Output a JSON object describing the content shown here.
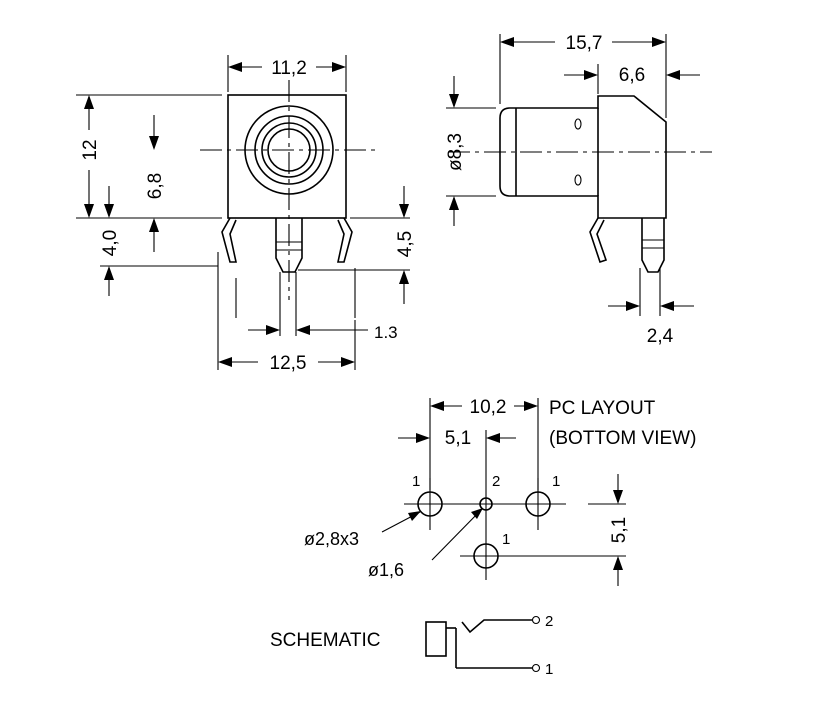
{
  "front_view": {
    "dim_width": "11,2",
    "dim_height": "12",
    "dim_center": "6,8",
    "dim_pin_left": "4,0",
    "dim_pin_right": "4,5",
    "dim_pin_thick": "1.3",
    "dim_pin_span": "12,5"
  },
  "side_view": {
    "dim_length": "15,7",
    "dim_body": "6,6",
    "dim_diameter": "ø8,3",
    "dim_pin": "2,4"
  },
  "pc_layout": {
    "title_line1": "PC LAYOUT",
    "title_line2": "(BOTTOM VIEW)",
    "dim_span": "10,2",
    "dim_half": "5,1",
    "dim_vertical": "5,1",
    "hole_large": "ø2,8x3",
    "hole_small": "ø1,6",
    "pin_label_1": "1",
    "pin_label_2": "2"
  },
  "schematic": {
    "label": "SCHEMATIC",
    "pin_1": "1",
    "pin_2": "2"
  }
}
